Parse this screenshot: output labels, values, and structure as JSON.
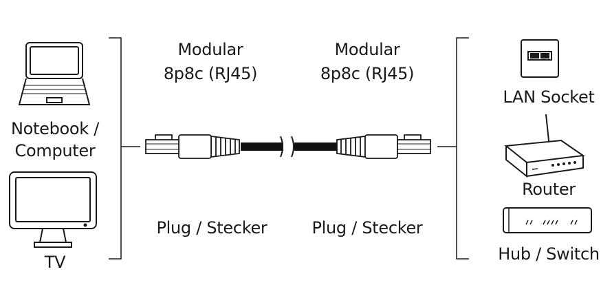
{
  "left_devices": {
    "notebook_line1": "Notebook /",
    "notebook_line2": "Computer",
    "tv": "TV"
  },
  "connectors": {
    "left_top_line1": "Modular",
    "left_top_line2": "8p8c (RJ45)",
    "right_top_line1": "Modular",
    "right_top_line2": "8p8c (RJ45)",
    "left_bottom": "Plug / Stecker",
    "right_bottom": "Plug / Stecker"
  },
  "right_devices": {
    "lan_socket": "LAN Socket",
    "router": "Router",
    "hub_switch": "Hub / Switch"
  }
}
